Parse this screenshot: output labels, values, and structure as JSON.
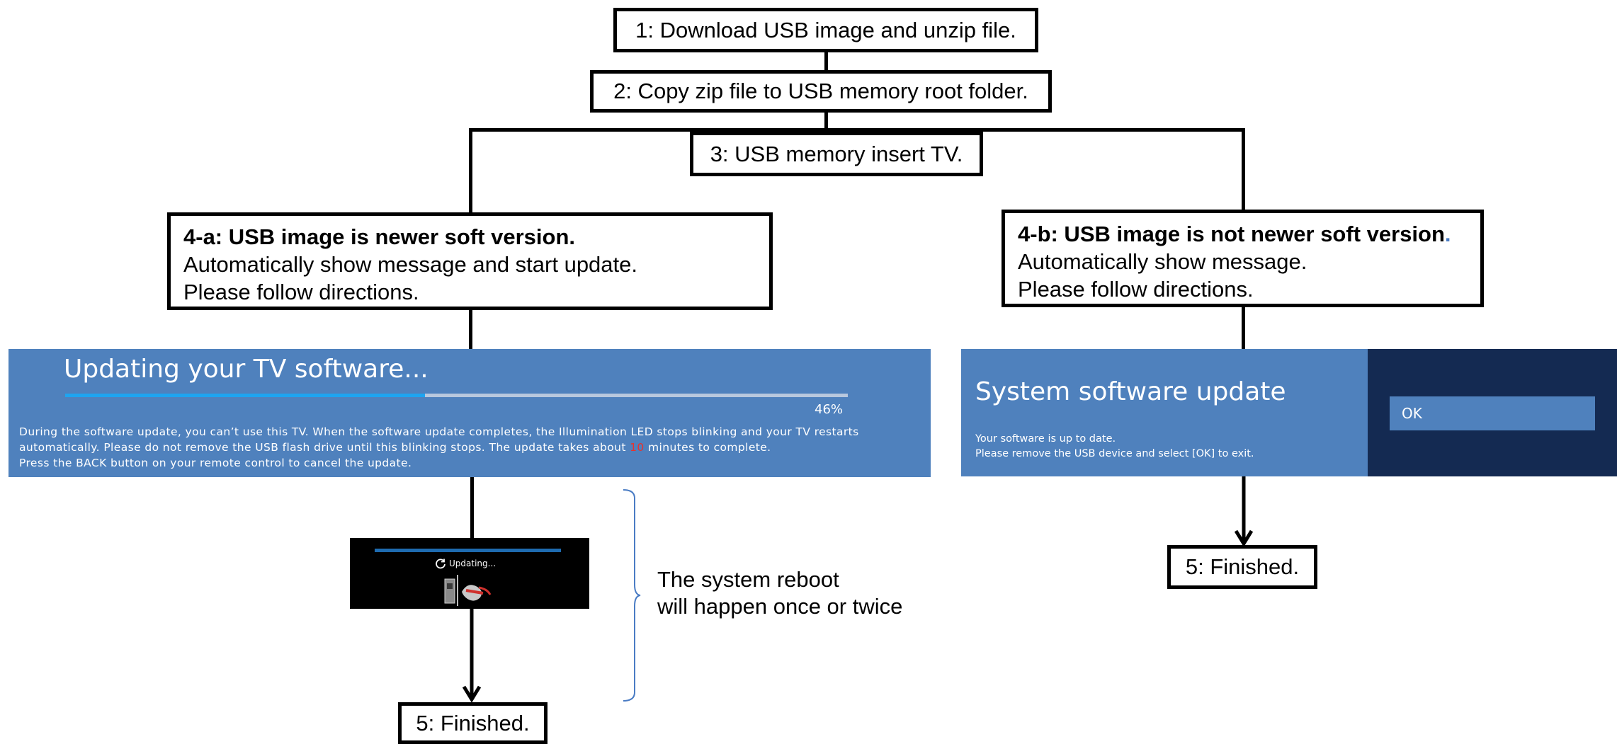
{
  "steps": {
    "step1": "1: Download USB image and unzip file.",
    "step2": "2: Copy zip file to USB memory root folder.",
    "step3": "3: USB memory insert TV.",
    "step4a": {
      "head": "4-a: USB image is newer soft version.",
      "line1": "Automatically show message and start update.",
      "line2": "Please follow directions."
    },
    "step4b": {
      "head": "4-b: USB image is not newer soft version",
      "head_dot": ".",
      "line1": "Automatically show message.",
      "line2": "Please follow directions."
    },
    "step5a": "5: Finished.",
    "step5b": "5: Finished."
  },
  "update_screen": {
    "title": "Updating your TV software...",
    "progress_percent": 46,
    "progress_label": "46%",
    "desc_line1": "During the software update, you can’t use this TV. When the software update completes, the Illumination LED stops blinking and your TV restarts",
    "desc_line2_pre": "automatically.  Please do not remove the USB flash drive until this blinking stops. The update takes about ",
    "desc_line2_minutes": "10",
    "desc_line2_post": " minutes to complete.",
    "desc_line3": "Press the BACK button on your remote control to cancel the update.",
    "accent_color": "#1ea4f0",
    "minutes_color": "#e8322d"
  },
  "reboot_screen": {
    "label": "Updating...",
    "progress_color": "#1e6bb0"
  },
  "reboot_note": {
    "line1": "The system reboot",
    "line2": "will happen once or twice"
  },
  "system_update_screen": {
    "title": "System software update",
    "msg_line1": "Your software is up to date.",
    "msg_line2": "Please remove the USB device and select [OK] to exit.",
    "ok_label": "OK"
  },
  "colors": {
    "panel_blue": "#4f81bd",
    "panel_dark": "#142a52",
    "bracket_blue": "#4a7cc4"
  }
}
